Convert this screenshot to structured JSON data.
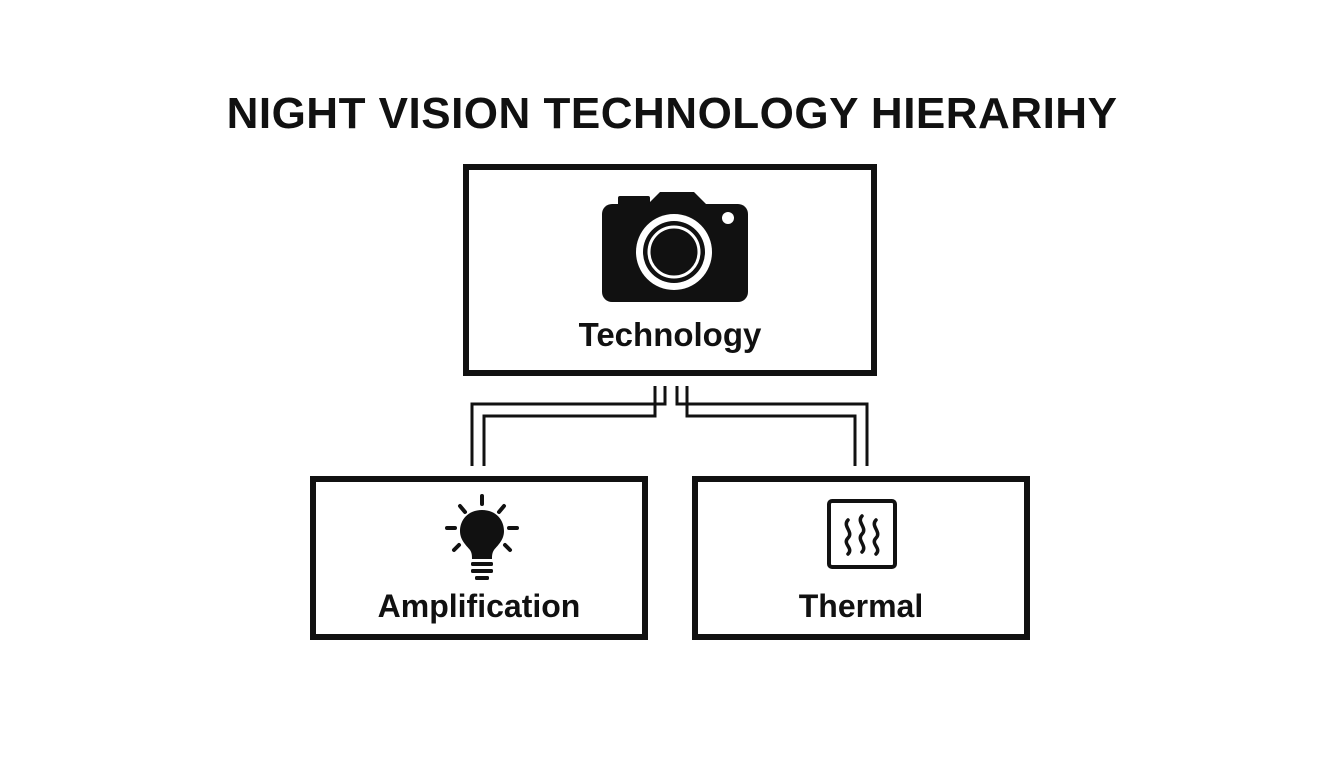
{
  "diagram": {
    "title": "NIGHT VISION TECHNOLOGY HIERARIHY",
    "root": {
      "label": "Technology",
      "icon": "camera-icon"
    },
    "children": [
      {
        "label": "Amplification",
        "icon": "lightbulb-icon"
      },
      {
        "label": "Thermal",
        "icon": "heat-waves-icon"
      }
    ],
    "colors": {
      "stroke": "#111111",
      "background": "#ffffff"
    }
  }
}
